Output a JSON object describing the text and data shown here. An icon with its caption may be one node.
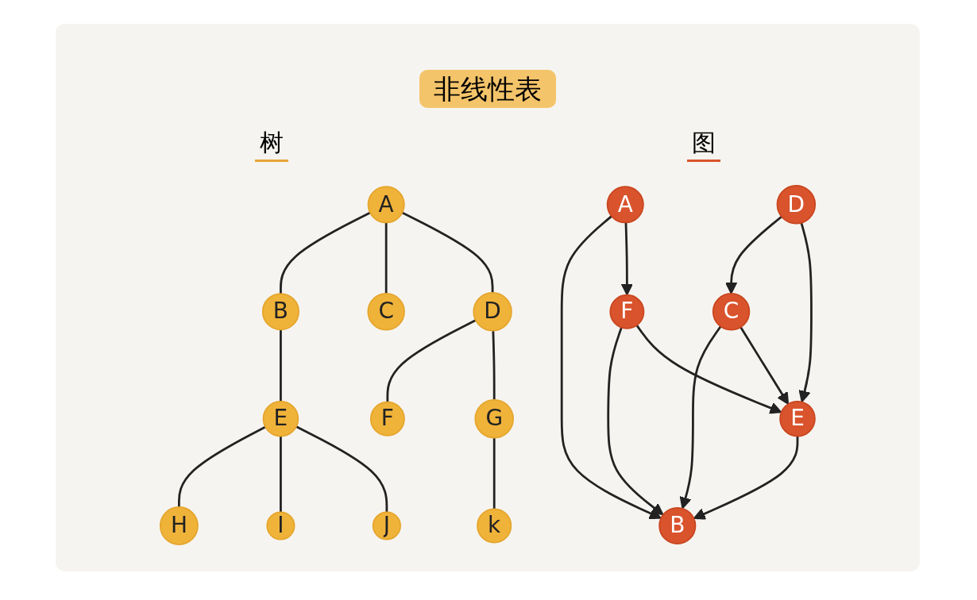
{
  "diagram": {
    "title": "非线性表",
    "nodes": [
      {
        "text": [
          "A"
        ]
      },
      {
        "text": [
          "B"
        ]
      },
      {
        "text": [
          "C"
        ]
      },
      {
        "text": [
          "D"
        ]
      },
      {
        "text": [
          "E"
        ]
      },
      {
        "text": [
          "F"
        ]
      },
      {
        "text": [
          "G"
        ]
      },
      {
        "text": [
          "H"
        ]
      },
      {
        "text": [
          "I"
        ]
      },
      {
        "text": [
          "J"
        ]
      },
      {
        "text": [
          "k"
        ]
      },
      {
        "text": [
          "A"
        ]
      },
      {
        "text": [
          "B"
        ]
      },
      {
        "text": [
          "C"
        ]
      },
      {
        "text": [
          "F"
        ]
      },
      {
        "text": [
          "E"
        ]
      },
      {
        "text": [
          "D"
        ]
      }
    ],
    "edges": [
      {
        "from": 0,
        "to": 1,
        "arrow": "none"
      },
      {
        "from": 0,
        "to": 2,
        "arrow": "none"
      },
      {
        "from": 0,
        "to": 3,
        "arrow": "none"
      },
      {
        "from": 1,
        "to": 4,
        "arrow": "none"
      },
      {
        "from": 3,
        "to": 5,
        "arrow": "none"
      },
      {
        "from": 3,
        "to": 6,
        "arrow": "none"
      },
      {
        "from": 4,
        "to": 7,
        "arrow": "none"
      },
      {
        "from": 4,
        "to": 8,
        "arrow": "none"
      },
      {
        "from": 4,
        "to": 9,
        "arrow": "none"
      },
      {
        "from": 6,
        "to": 10,
        "arrow": "none"
      },
      {
        "from": 11,
        "to": 12,
        "arrow": "to"
      },
      {
        "from": 13,
        "to": 12,
        "arrow": "to"
      },
      {
        "from": 11,
        "to": 14,
        "arrow": "to"
      },
      {
        "from": 14,
        "to": 12,
        "arrow": "to"
      },
      {
        "from": 15,
        "to": 12,
        "arrow": "to"
      },
      {
        "from": 13,
        "to": 15,
        "arrow": "to"
      },
      {
        "from": 16,
        "to": 13,
        "arrow": "to"
      },
      {
        "from": 14,
        "to": 15,
        "arrow": "to"
      },
      {
        "from": 16,
        "to": 15,
        "arrow": "to"
      }
    ],
    "labels": [
      "树",
      "图"
    ]
  }
}
